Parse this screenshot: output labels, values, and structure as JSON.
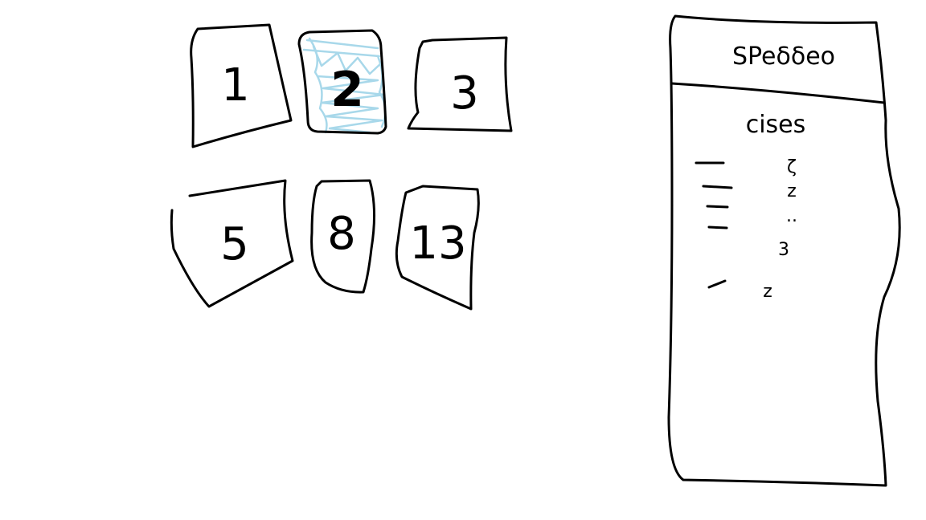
{
  "cards": [
    {
      "id": "card-1",
      "value": "1",
      "selected": false
    },
    {
      "id": "card-2",
      "value": "2",
      "selected": true
    },
    {
      "id": "card-3",
      "value": "3",
      "selected": false
    },
    {
      "id": "card-5",
      "value": "5",
      "selected": false
    },
    {
      "id": "card-8",
      "value": "8",
      "selected": false
    },
    {
      "id": "card-13",
      "value": "13",
      "selected": false
    }
  ],
  "colors": {
    "ink": "#000000",
    "selection_highlight": "#a8d8ea",
    "background": "#ffffff"
  },
  "panel": {
    "title": "SPeδδeo",
    "subtitle": "cises",
    "votes": [
      {
        "value": "ζ"
      },
      {
        "value": "z"
      },
      {
        "value": ".."
      },
      {
        "value": "3"
      },
      {
        "value": "z"
      }
    ]
  }
}
